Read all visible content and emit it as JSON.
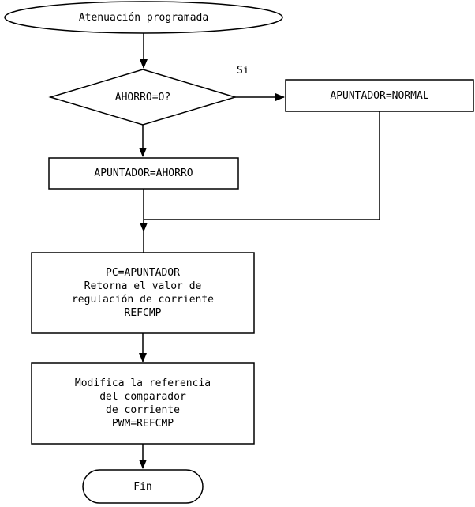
{
  "diagram": {
    "start": {
      "label": "Atenuación programada"
    },
    "decision": {
      "label": "AHORRO=O?"
    },
    "edge_si": {
      "label": "Si"
    },
    "apuntador_normal": {
      "label": "APUNTADOR=NORMAL"
    },
    "apuntador_ahorro": {
      "label": "APUNTADOR=AHORRO"
    },
    "pc_apuntador": {
      "lines": [
        "PC=APUNTADOR",
        "Retorna el valor de",
        "regulación de corriente",
        "REFCMP"
      ]
    },
    "modifica_referencia": {
      "lines": [
        "Modifica la referencia",
        "del comparador",
        "de corriente",
        "PWM=REFCMP"
      ]
    },
    "fin": {
      "label": "Fin"
    }
  },
  "colors": {
    "stroke": "#000000",
    "fill": "#ffffff",
    "background": "#ffffff"
  }
}
